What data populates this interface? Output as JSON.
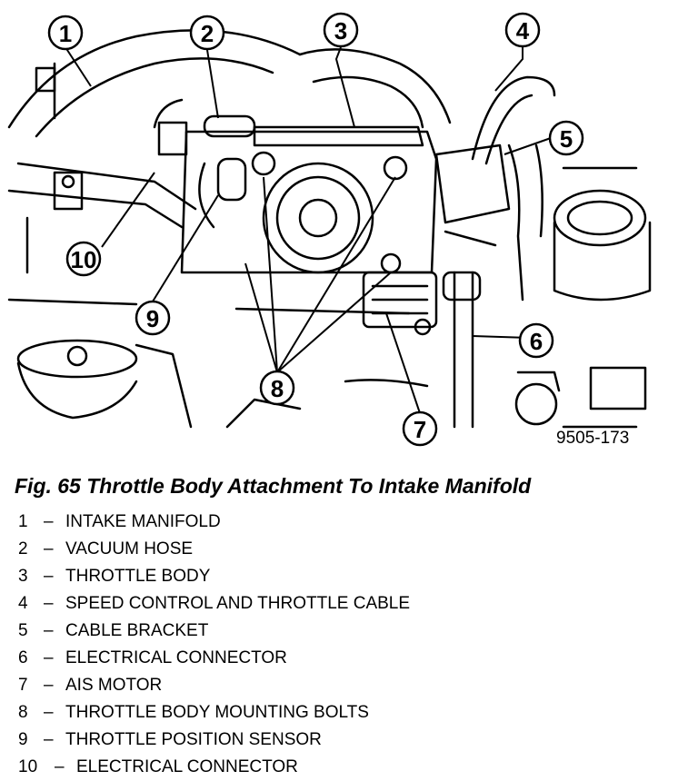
{
  "figure": {
    "id_label": "9505-173",
    "callouts": [
      "1",
      "2",
      "3",
      "4",
      "5",
      "6",
      "7",
      "8",
      "9",
      "10"
    ]
  },
  "caption": "Fig. 65 Throttle Body Attachment To Intake Manifold",
  "legend": [
    {
      "num": "1",
      "sep": "–",
      "label": "INTAKE MANIFOLD"
    },
    {
      "num": "2",
      "sep": "–",
      "label": "VACUUM HOSE"
    },
    {
      "num": "3",
      "sep": "–",
      "label": "THROTTLE BODY"
    },
    {
      "num": "4",
      "sep": "–",
      "label": "SPEED CONTROL AND THROTTLE CABLE"
    },
    {
      "num": "5",
      "sep": "–",
      "label": "CABLE BRACKET"
    },
    {
      "num": "6",
      "sep": "–",
      "label": "ELECTRICAL CONNECTOR"
    },
    {
      "num": "7",
      "sep": "–",
      "label": "AIS MOTOR"
    },
    {
      "num": "8",
      "sep": "–",
      "label": "THROTTLE BODY MOUNTING BOLTS"
    },
    {
      "num": "9",
      "sep": "–",
      "label": "THROTTLE POSITION SENSOR"
    },
    {
      "num": "10",
      "sep": "–",
      "label": "ELECTRICAL CONNECTOR"
    }
  ]
}
